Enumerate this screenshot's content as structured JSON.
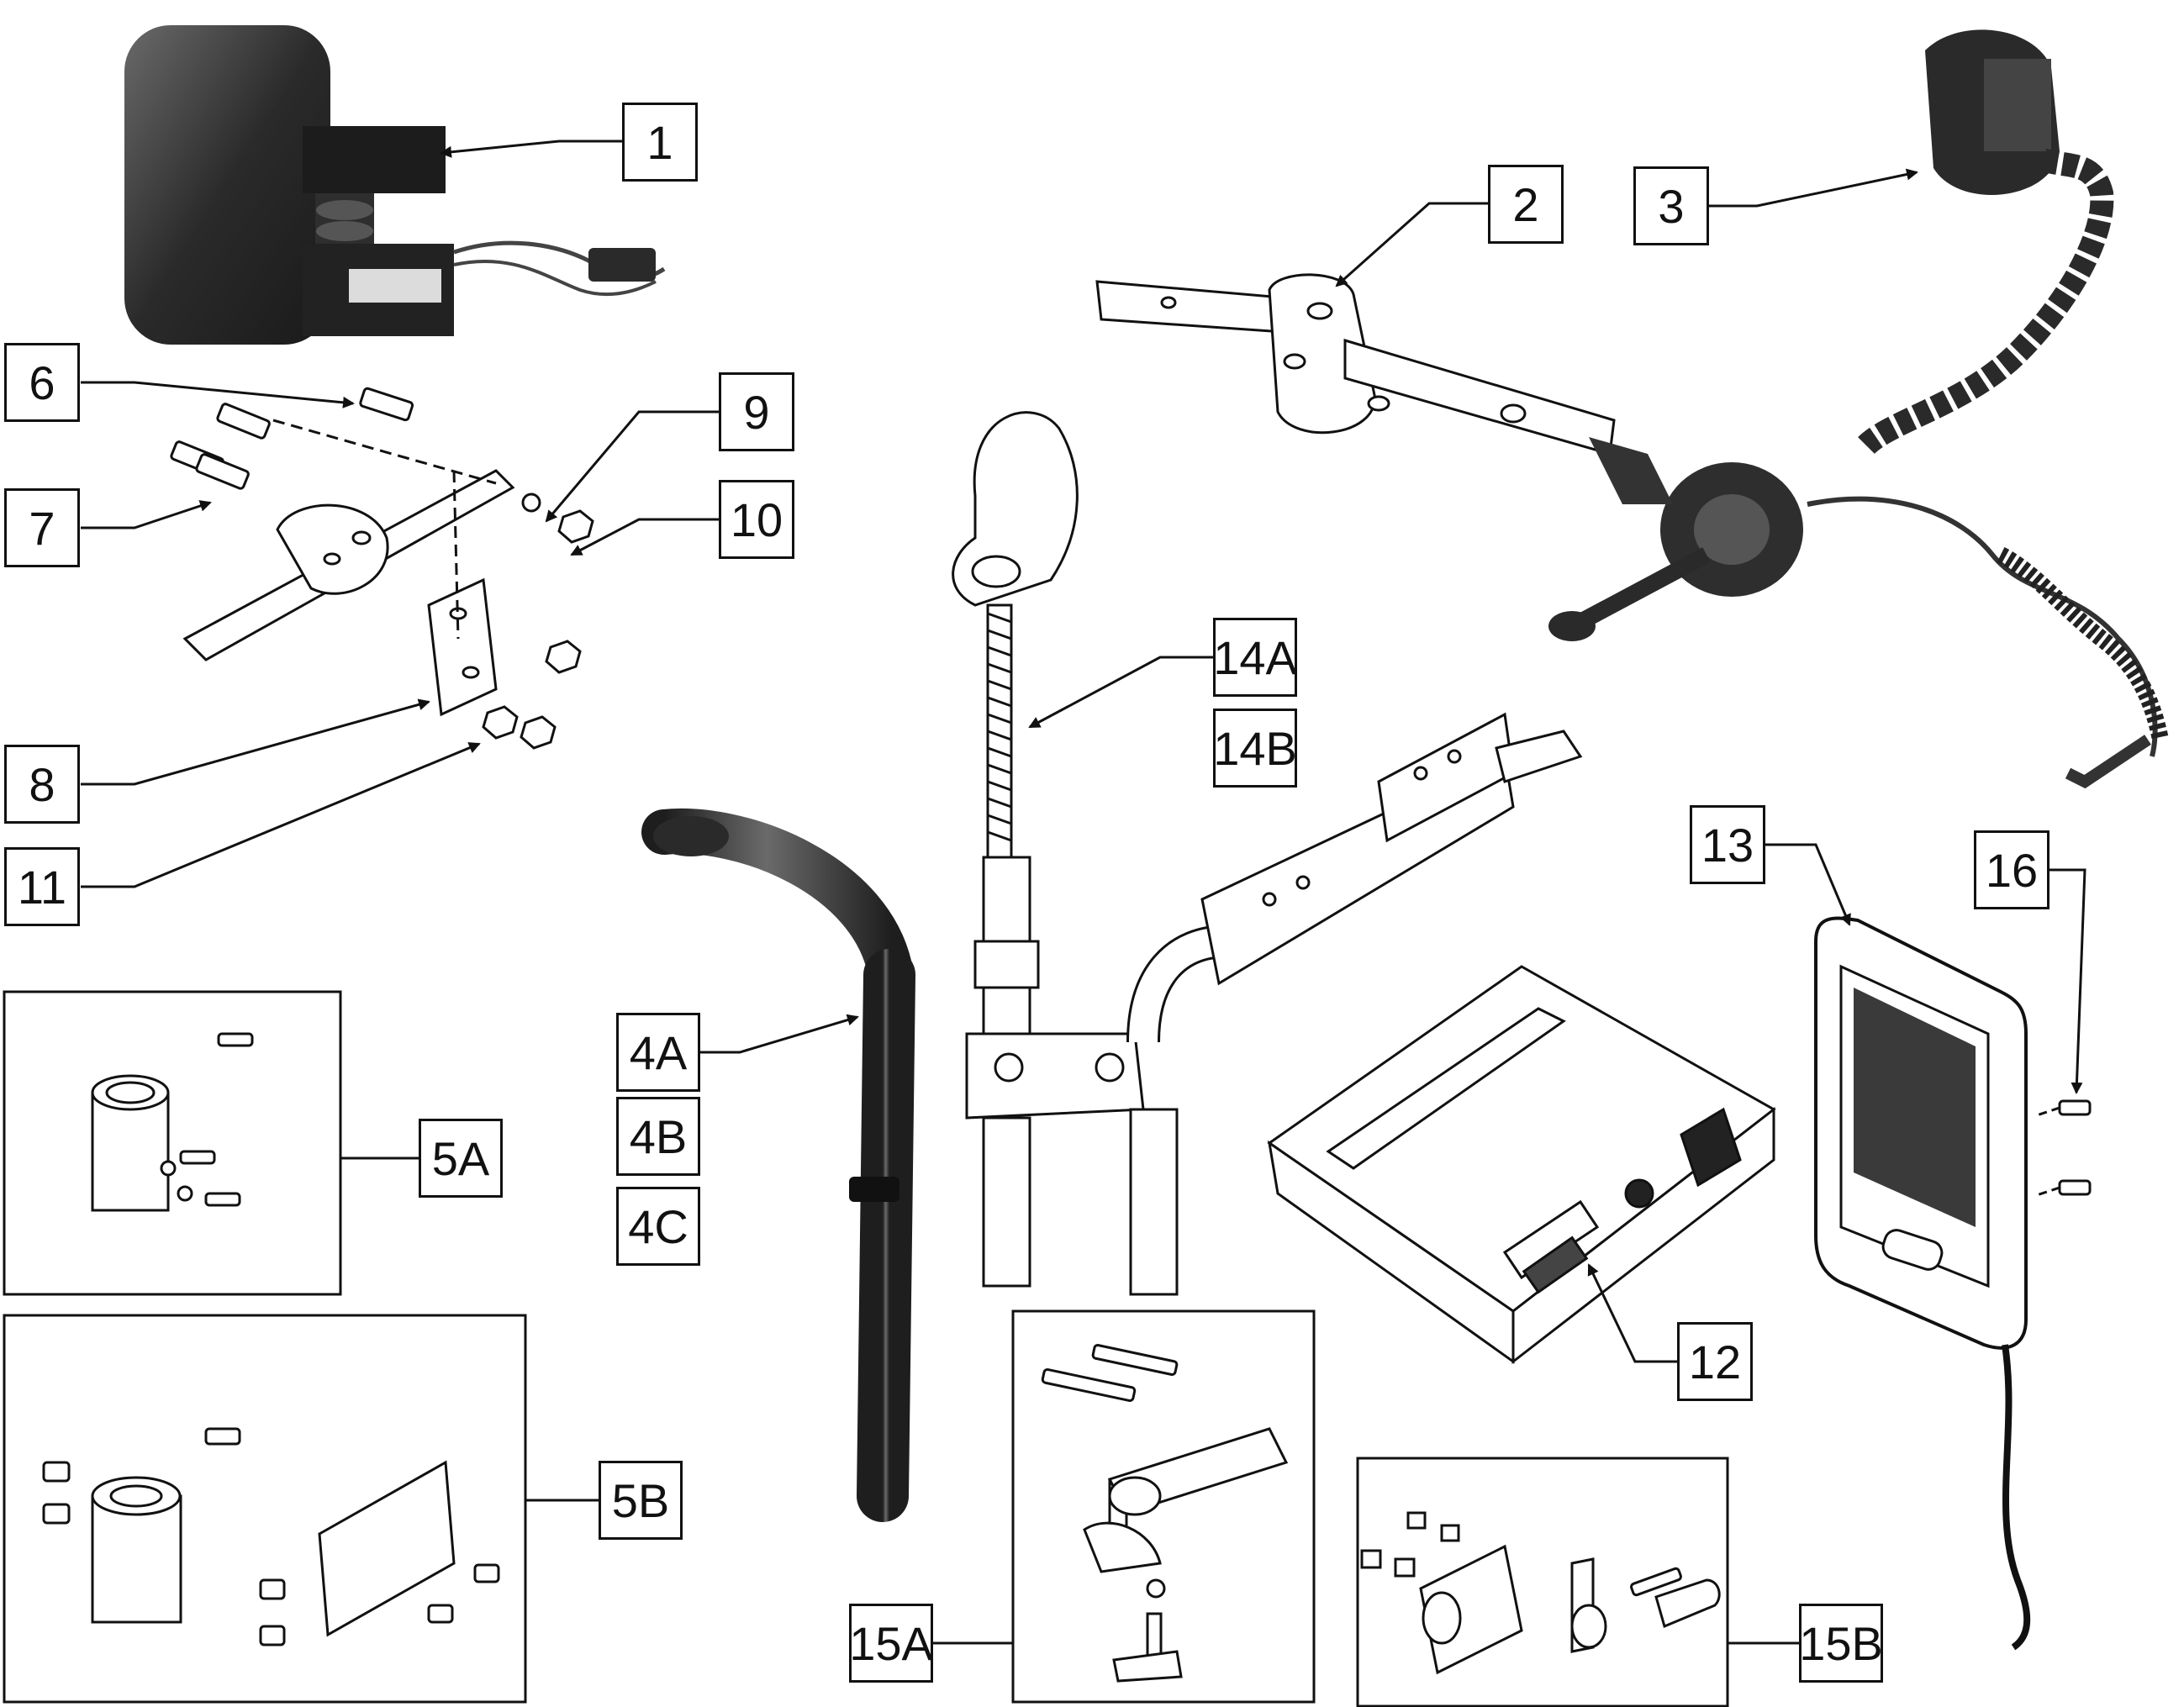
{
  "callouts": {
    "c1": "1",
    "c2": "2",
    "c3": "3",
    "c4a": "4A",
    "c4b": "4B",
    "c4c": "4C",
    "c5a": "5A",
    "c5b": "5B",
    "c6": "6",
    "c7": "7",
    "c8": "8",
    "c9": "9",
    "c10": "10",
    "c11": "11",
    "c12": "12",
    "c13": "13",
    "c14a": "14A",
    "c14b": "14B",
    "c15a": "15A",
    "c15b": "15B",
    "c16": "16"
  },
  "colors": {
    "ink": "#111111",
    "dark_part": "#2a2a2a",
    "mid_part": "#555555",
    "light_part": "#e8e8e8"
  }
}
